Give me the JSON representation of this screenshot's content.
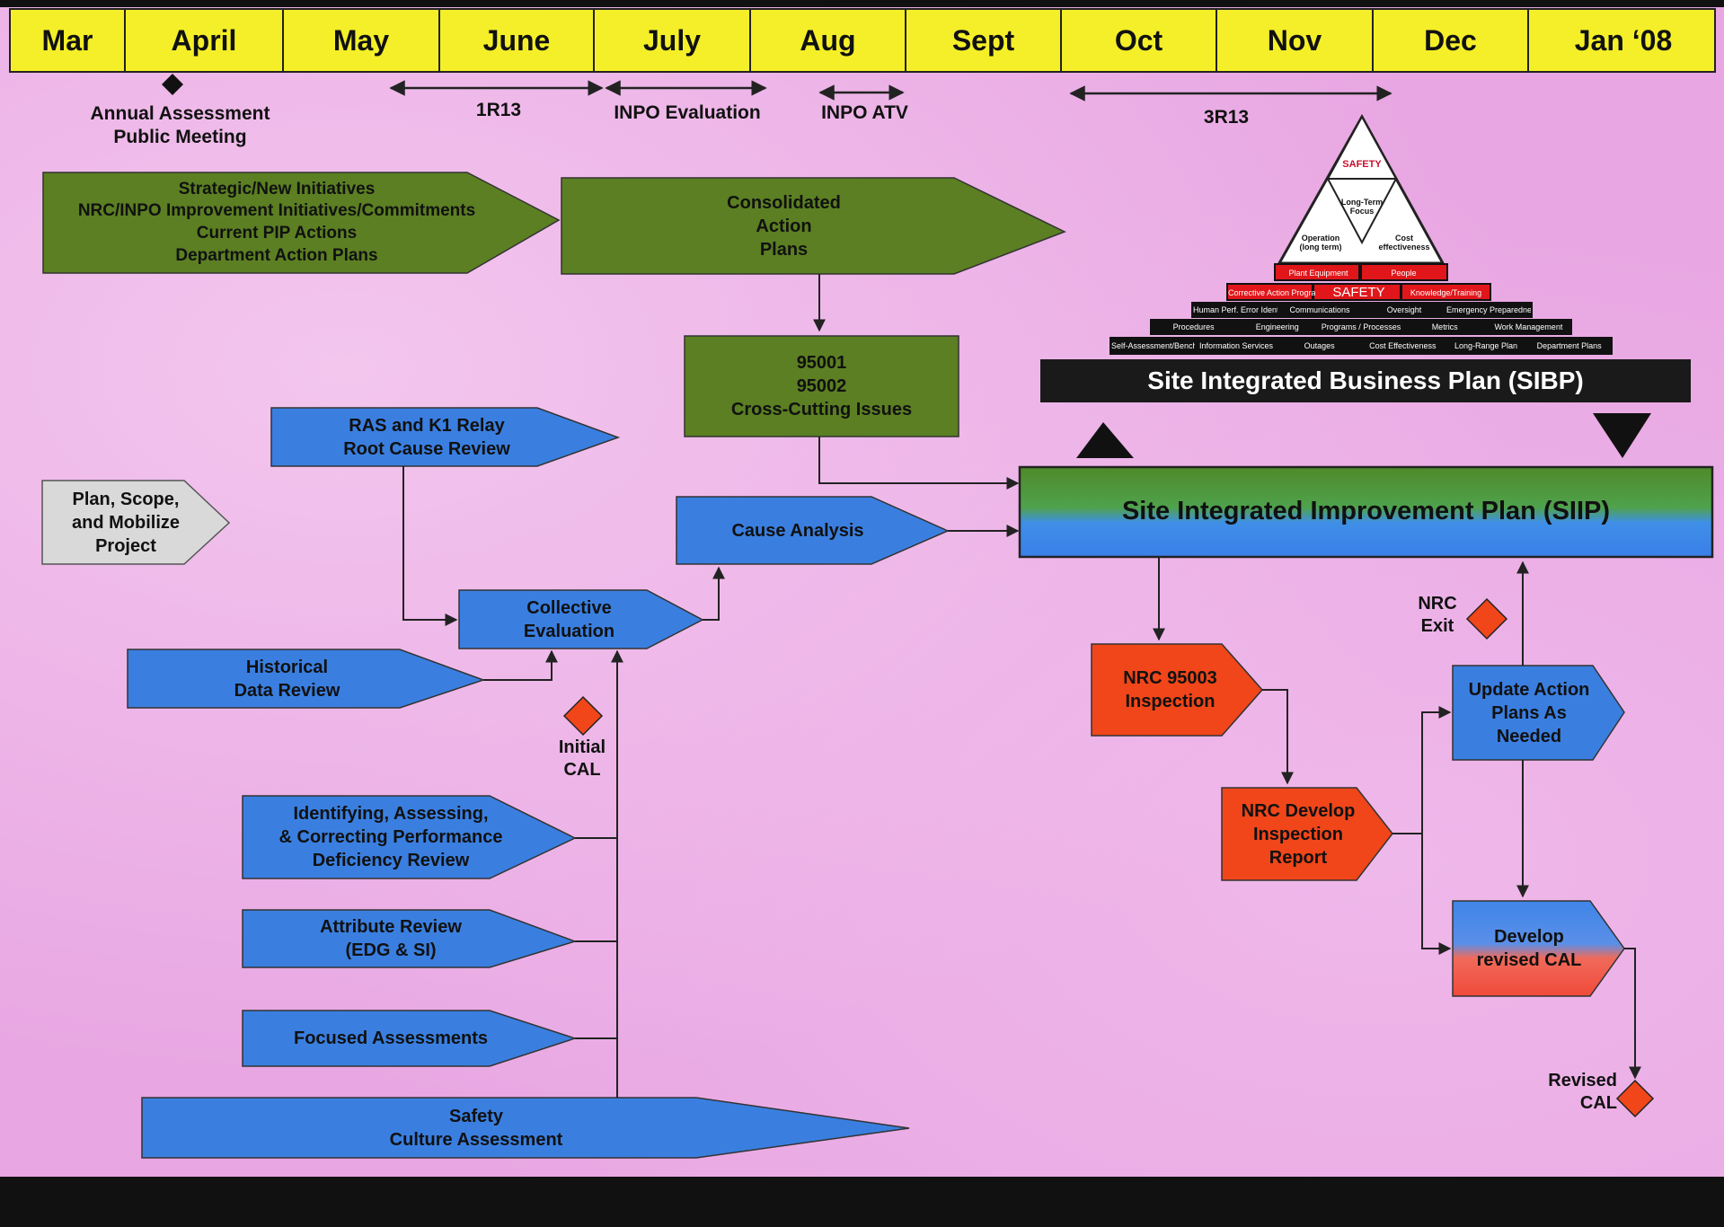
{
  "months": [
    "Mar",
    "April",
    "May",
    "June",
    "July",
    "Aug",
    "Sept",
    "Oct",
    "Nov",
    "Dec",
    "Jan ‘08"
  ],
  "milestones": {
    "annual_assessment": "Annual Assessment\nPublic Meeting",
    "r1r13": "1R13",
    "inpo_eval": "INPO Evaluation",
    "inpo_atv": "INPO ATV",
    "r3r13": "3R13"
  },
  "boxes": {
    "strategic": "Strategic/New Initiatives\nNRC/INPO Improvement Initiatives/Commitments\nCurrent PIP Actions\nDepartment Action Plans",
    "consolidated": "Consolidated\nAction\nPlans",
    "issues_95001": "95001\n95002\nCross-Cutting Issues",
    "ras_k1": "RAS and K1 Relay\nRoot Cause Review",
    "plan_scope": "Plan, Scope,\nand Mobilize\nProject",
    "cause_analysis": "Cause Analysis",
    "collective_eval": "Collective\nEvaluation",
    "historical": "Historical\nData Review",
    "identifying": "Identifying, Assessing,\n& Correcting Performance\nDeficiency Review",
    "attribute": "Attribute Review\n(EDG & SI)",
    "focused": "Focused Assessments",
    "safety_culture": "Safety\nCulture Assessment",
    "siip": "Site Integrated Improvement Plan (SIIP)",
    "sibp": "Site Integrated Business Plan (SIBP)",
    "nrc_95003": "NRC 95003\nInspection",
    "nrc_report": "NRC Develop\nInspection\nReport",
    "update_plans": "Update Action\nPlans As\nNeeded",
    "revised_cal_box": "Develop\nrevised CAL"
  },
  "markers": {
    "initial_cal": "Initial\nCAL",
    "nrc_exit": "NRC\nExit",
    "revised_cal": "Revised\nCAL"
  },
  "pyramid": {
    "top": "SAFETY",
    "mid": "Long-Term\nFocus",
    "left": "Operation\n(long term)",
    "right": "Cost\neffectiveness",
    "row1": [
      "Plant Equipment",
      "People"
    ],
    "row2": [
      "Corrective Action Program",
      "SAFETY",
      "Knowledge/Training"
    ],
    "row3": [
      "Human Perf. Error Identifying",
      "Communications",
      "Oversight",
      "Emergency Preparedness"
    ],
    "row4": [
      "Procedures",
      "Engineering",
      "Programs / Processes",
      "Metrics",
      "Work Management"
    ],
    "row5": [
      "Self-Assessment/Benchmarking",
      "Information Services",
      "Outages",
      "Cost Effectiveness",
      "Long-Range Plan",
      "Department Plans"
    ]
  },
  "colors": {
    "green": "#5b7f22",
    "blue": "#3a7fe0",
    "red": "#f0461a",
    "gray": "#d9d9d9",
    "timeline": "#f4ef28"
  }
}
